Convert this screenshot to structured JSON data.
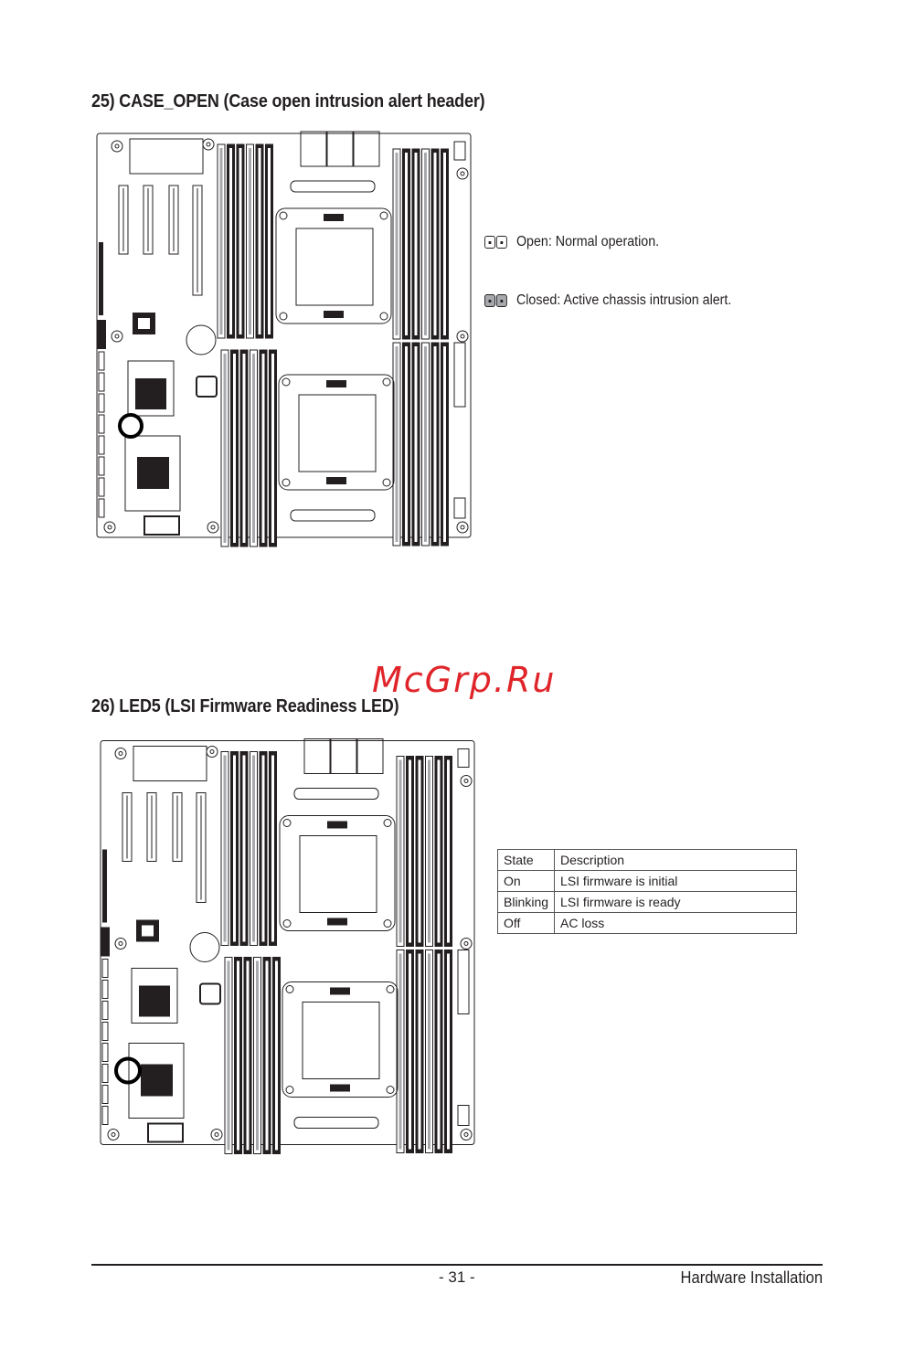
{
  "section25": {
    "title": "25)  CASE_OPEN (Case open intrusion alert header)",
    "legend": [
      {
        "state": "open",
        "text": "Open: Normal operation."
      },
      {
        "state": "closed",
        "text": "Closed: Active chassis intrusion alert."
      }
    ]
  },
  "section26": {
    "title": "26)  LED5 (LSI Firmware Readiness LED)",
    "table": {
      "headers": [
        "State",
        "Description"
      ],
      "rows": [
        [
          "On",
          "LSI firmware is initial"
        ],
        [
          "Blinking",
          "LSI  firmware is ready"
        ],
        [
          "Off",
          "AC loss"
        ]
      ]
    }
  },
  "watermark": "McGrp.Ru",
  "footer": {
    "page": "- 31 -",
    "section": "Hardware Installation"
  },
  "colors": {
    "text": "#231f20",
    "watermark": "#e0252a",
    "jumper_closed": "#a7a9ac"
  }
}
